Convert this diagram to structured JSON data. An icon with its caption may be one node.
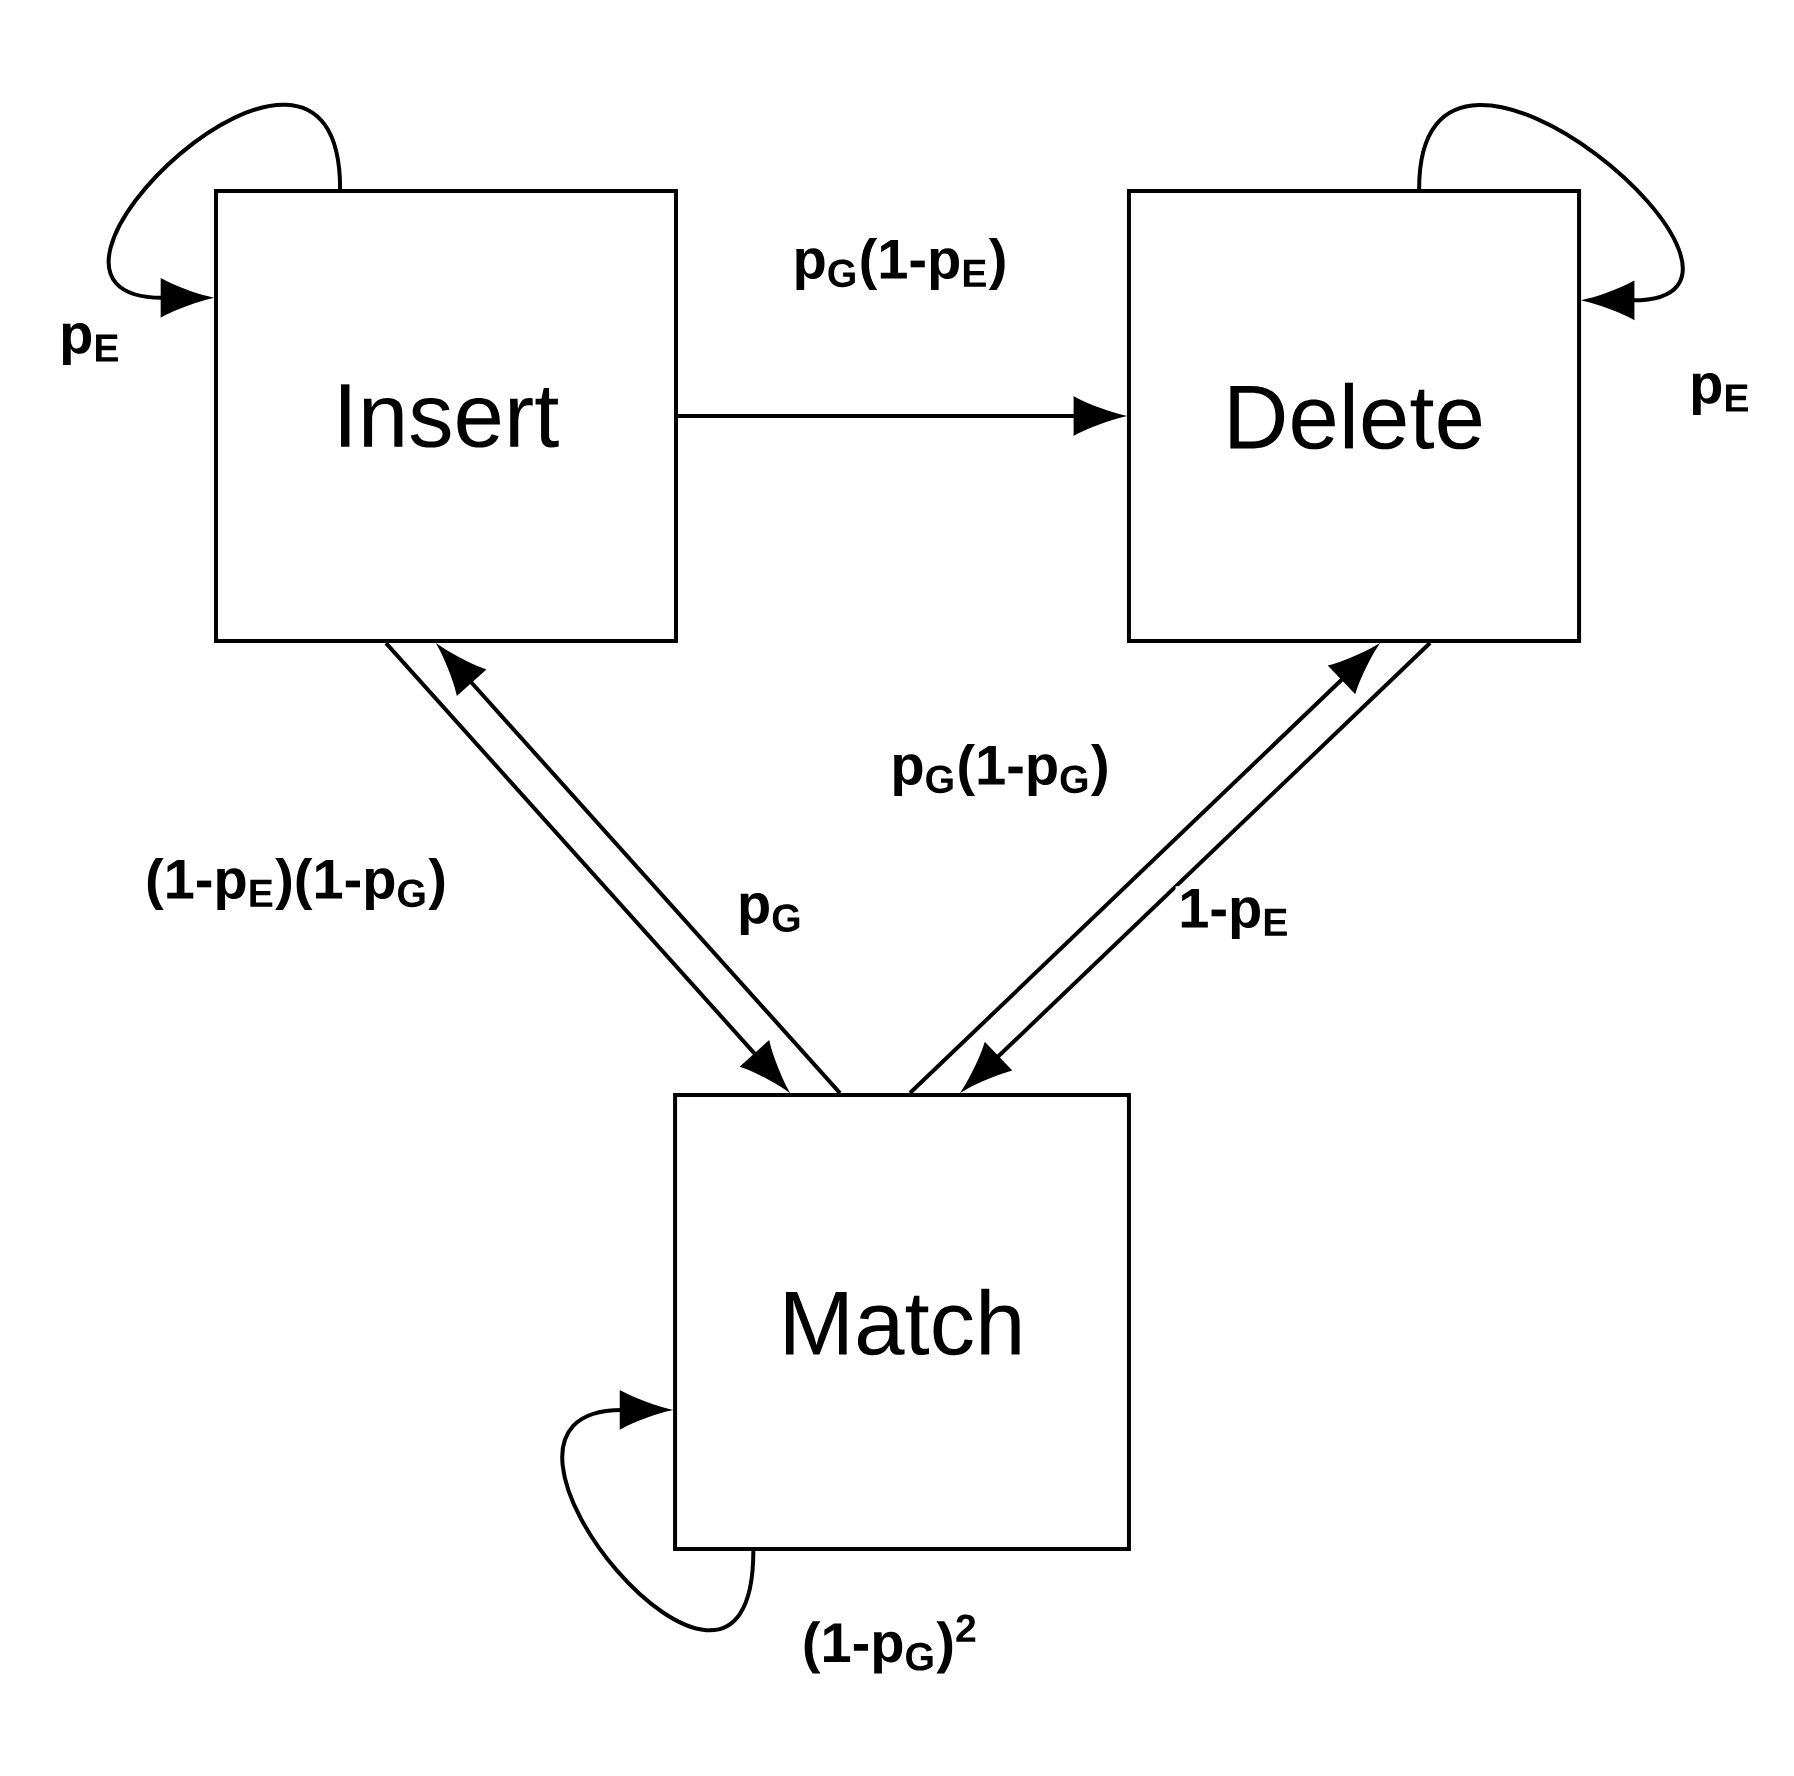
{
  "diagram": {
    "nodes": [
      {
        "text": [
          "Insert"
        ]
      },
      {
        "text": [
          "Delete"
        ]
      },
      {
        "text": [
          "Match"
        ]
      }
    ],
    "edges": [
      {
        "from": 0,
        "to": 0,
        "arrow": "to",
        "label": "p$_{E}$"
      },
      {
        "from": 0,
        "to": 1,
        "arrow": "to",
        "label": "p$_{G}$(1-p$_{E}$)"
      },
      {
        "from": 1,
        "to": 1,
        "arrow": "to",
        "label": "p$_{E}$"
      },
      {
        "from": 0,
        "to": 2,
        "arrow": "to",
        "label": "(1-p$_{E}$)(1-p$_{G}$)"
      },
      {
        "from": 2,
        "to": 0,
        "arrow": "to",
        "label": "p$_{G}$"
      },
      {
        "from": 2,
        "to": 1,
        "arrow": "to",
        "label": "p$_{G}$(1-p$_{G}$)"
      },
      {
        "from": 1,
        "to": 2,
        "arrow": "to",
        "label": "1-p$_{E}$"
      },
      {
        "from": 2,
        "to": 2,
        "arrow": "to",
        "label": "(1-p$_{G}$)$^{2}$"
      }
    ]
  }
}
